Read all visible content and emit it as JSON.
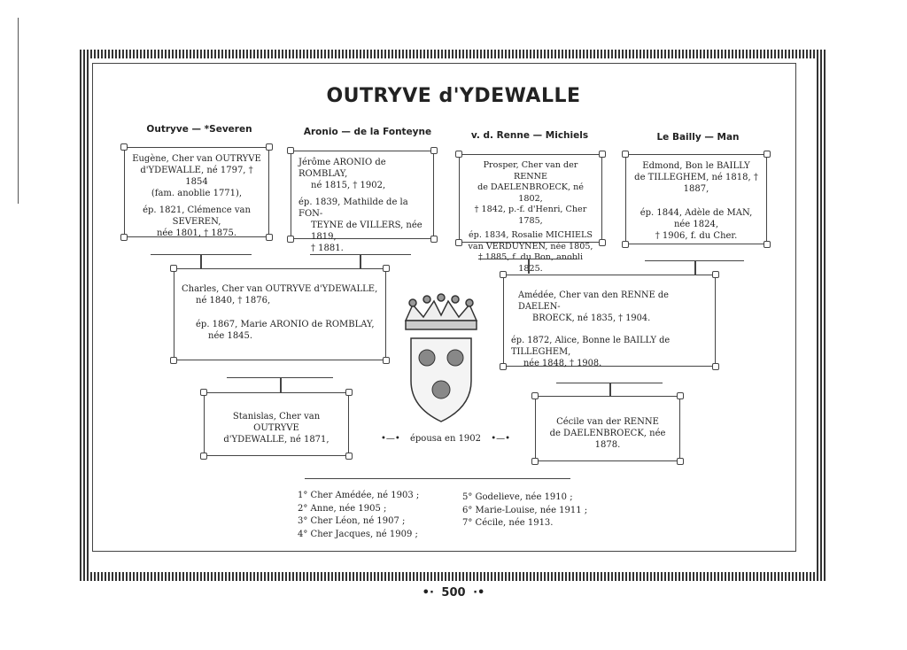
{
  "title": "OUTRYVE d'YDEWALLE",
  "columns": [
    {
      "head": "Outryve — *Severen",
      "lines": [
        "Eugène, Cher van OUTRYVE",
        "d'YDEWALLE, né 1797, † 1854",
        "(fam. anoblie 1771),",
        "ép. 1821, Clémence van SEVEREN,",
        "née 1801, † 1875."
      ]
    },
    {
      "head": "Aronio — de la Fonteyne",
      "lines": [
        "Jérôme ARONIO de ROMBLAY,",
        "né 1815, † 1902,",
        "ép. 1839, Mathilde de la FON-",
        "TEYNE de VILLERS, née 1819,",
        "† 1881."
      ]
    },
    {
      "head": "v. d. Renne — Michiels",
      "lines": [
        "Prosper, Cher van der RENNE",
        "de DAELENBROECK, né 1802,",
        "† 1842, p.-f. d'Henri, Cher 1785,",
        "ép. 1834, Rosalie MICHIELS",
        "van VERDUYNEN, née 1805,",
        "† 1885, f. du Bon, anobli 1825."
      ]
    },
    {
      "head": "Le Bailly — Man",
      "lines": [
        "Edmond, Bon le BAILLY",
        "de TILLEGHEM, né 1818, † 1887,",
        "ép. 1844, Adèle de MAN, née 1824,",
        "† 1906, f. du Cher."
      ]
    }
  ],
  "gen2": [
    {
      "lines": [
        "Charles, Cher van OUTRYVE d'YDEWALLE,",
        "né 1840, † 1876,",
        "ép. 1867, Marie ARONIO de ROMBLAY,",
        "née 1845."
      ]
    },
    {
      "lines": [
        "Amédée, Cher van den RENNE de DAELEN-",
        "BROECK, né 1835, † 1904.",
        "ép. 1872, Alice, Bonne le BAILLY de TILLEGHEM,",
        "née 1848, † 1908."
      ]
    }
  ],
  "gen3": [
    {
      "lines": [
        "Stanislas, Cher van OUTRYVE",
        "d'YDEWALLE, né 1871,"
      ]
    },
    {
      "lines": [
        "Cécile van der RENNE",
        "de DAELENBROECK, née 1878."
      ]
    }
  ],
  "epousa": "épousa en 1902",
  "children_left": [
    "1° Cher Amédée, né 1903 ;",
    "2° Anne, née 1905 ;",
    "3° Cher Léon, né 1907 ;",
    "4° Cher Jacques, né 1909 ;"
  ],
  "children_right": [
    "5° Godelieve, née 1910 ;",
    "6° Marie-Louise, née 1911 ;",
    "7° Cécile, née 1913."
  ],
  "page_number": "500",
  "crest_icon": "coat-of-arms-icon"
}
